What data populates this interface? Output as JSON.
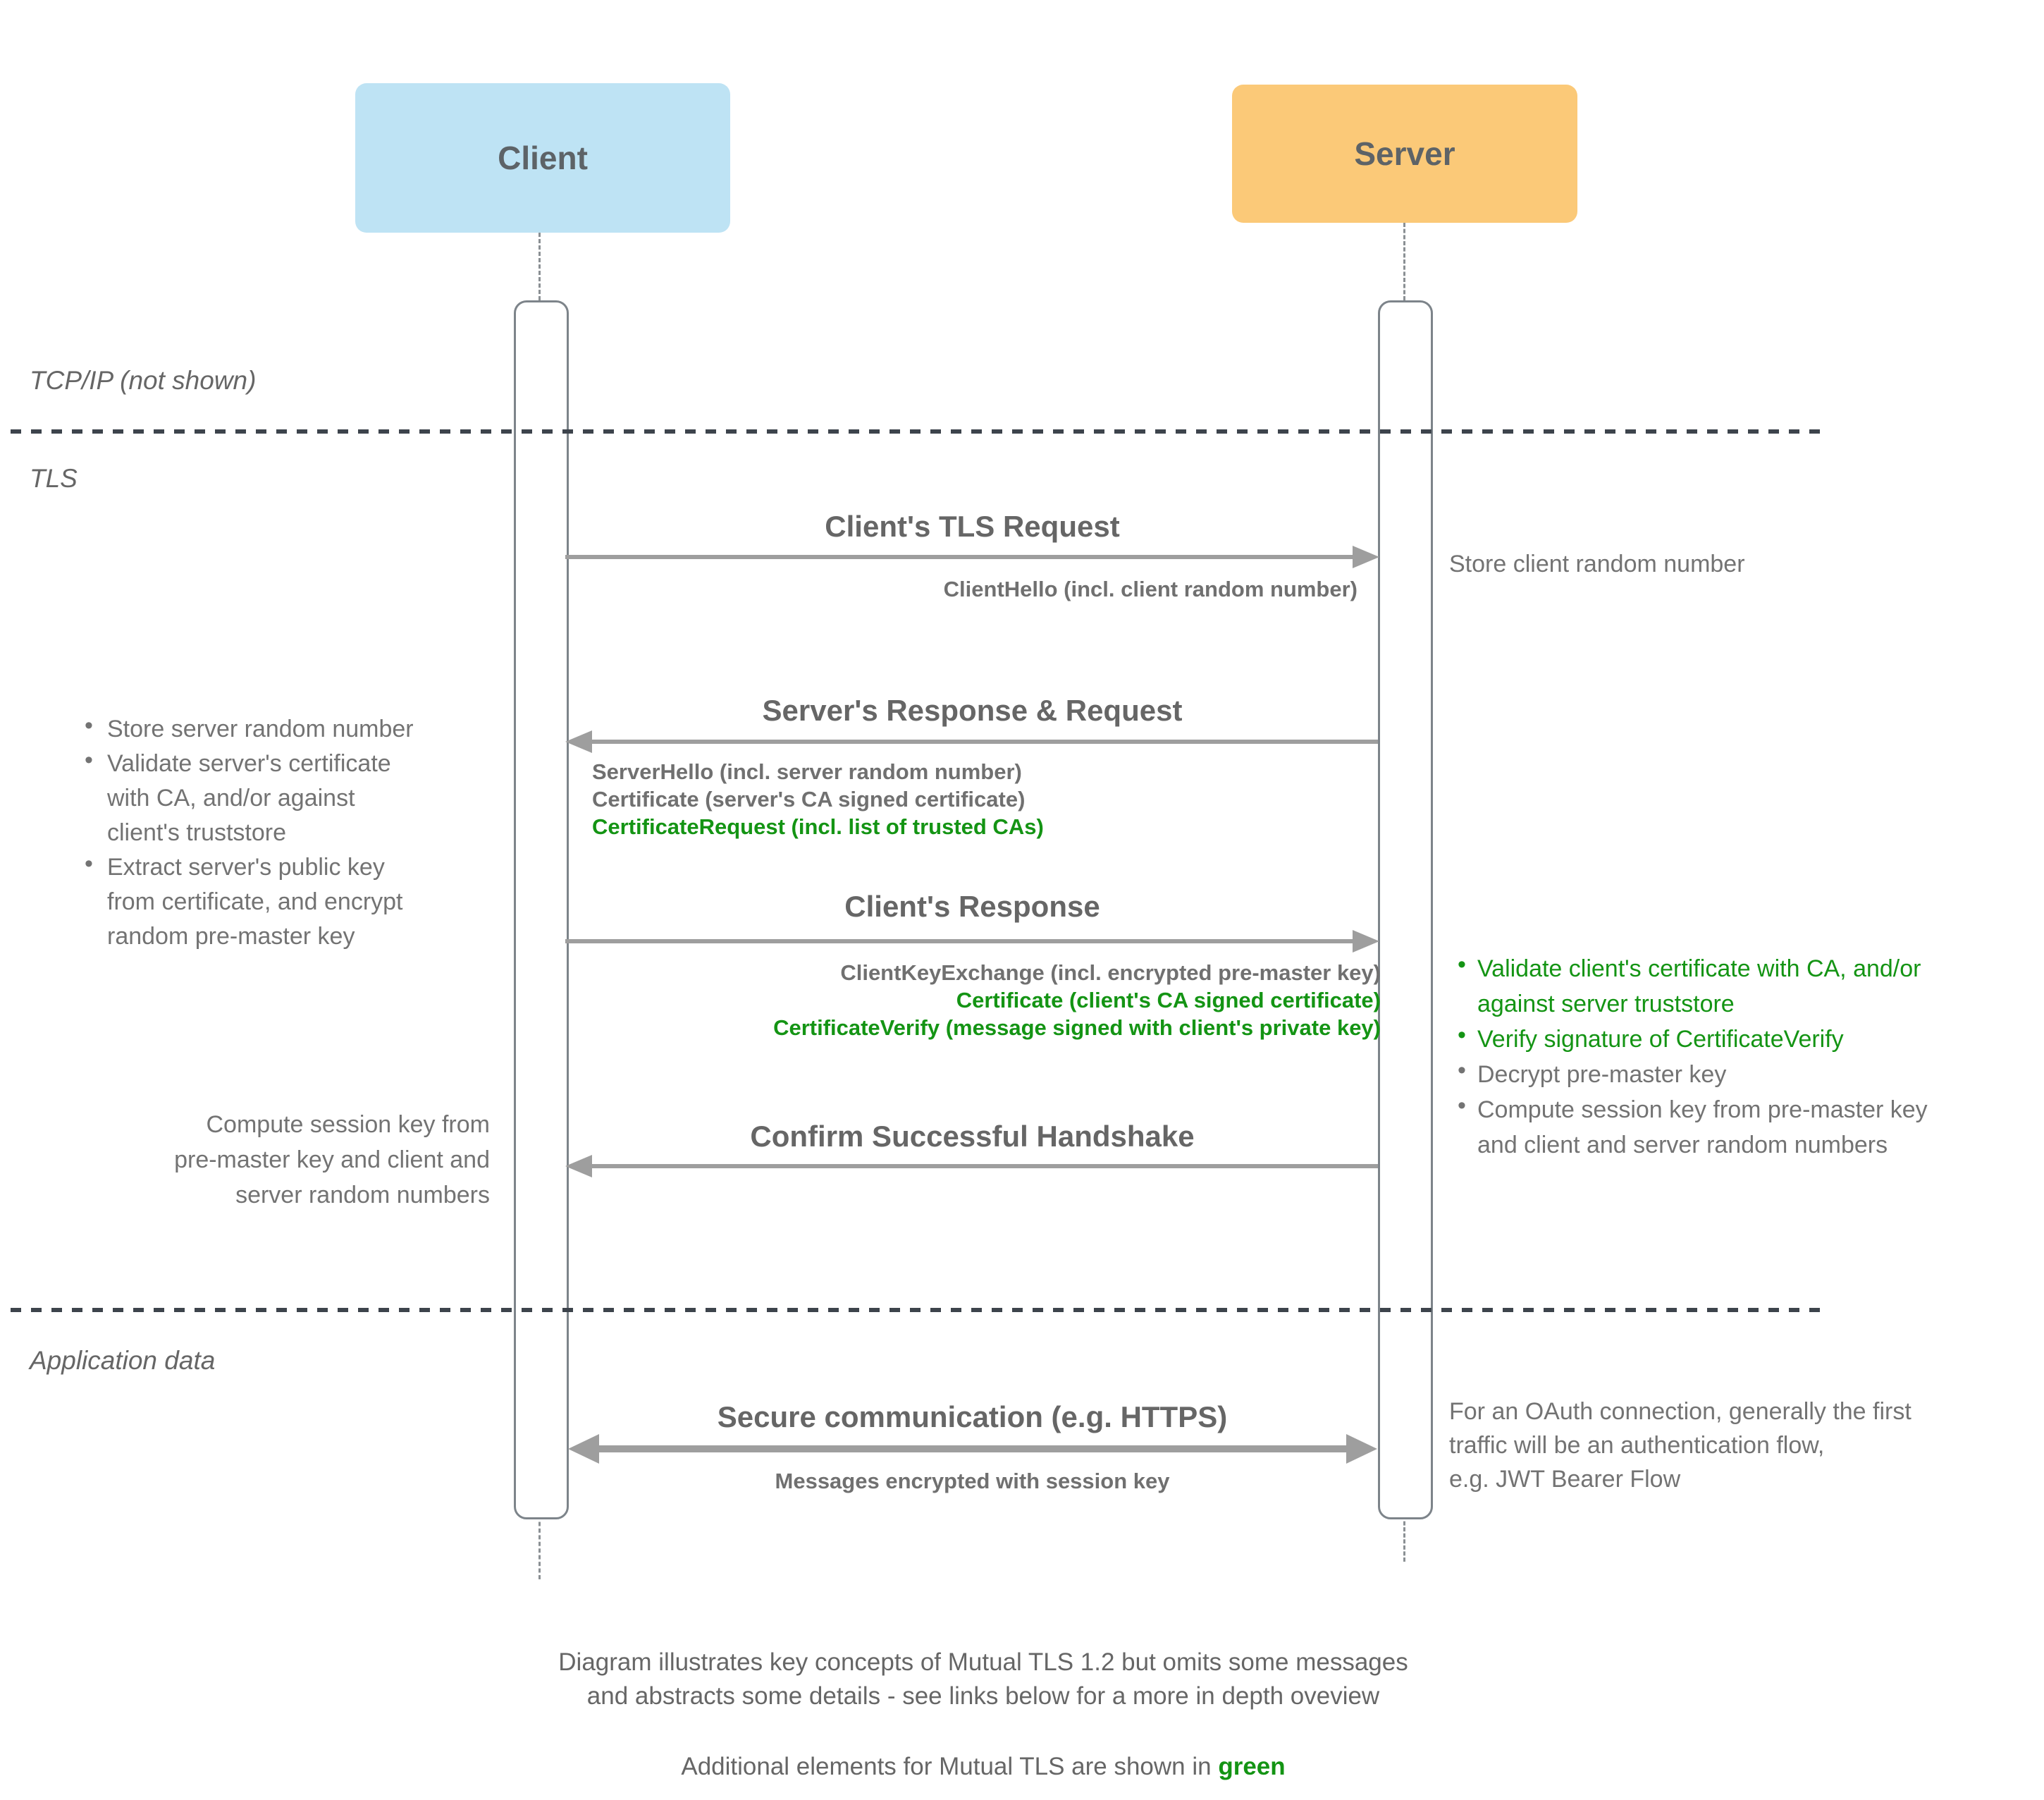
{
  "actors": {
    "client": {
      "label": "Client"
    },
    "server": {
      "label": "Server"
    }
  },
  "phases": {
    "tcpip": "TCP/IP (not shown)",
    "tls": "TLS",
    "application": "Application data"
  },
  "messages": [
    {
      "title": "Client's TLS Request",
      "direction": "client-to-server",
      "sublabels": [
        {
          "text": "ClientHello (incl. client random number)",
          "color": "gray"
        }
      ]
    },
    {
      "title": "Server's Response & Request",
      "direction": "server-to-client",
      "sublabels": [
        {
          "text": "ServerHello (incl. server random number)",
          "color": "gray"
        },
        {
          "text": "Certificate (server's CA signed certificate)",
          "color": "gray"
        },
        {
          "text": "CertificateRequest (incl. list of trusted CAs)",
          "color": "green"
        }
      ]
    },
    {
      "title": "Client's Response",
      "direction": "client-to-server",
      "sublabels": [
        {
          "text": "ClientKeyExchange (incl. encrypted pre-master key)",
          "color": "gray"
        },
        {
          "text": "Certificate (client's CA signed certificate)",
          "color": "green"
        },
        {
          "text": "CertificateVerify (message signed with client's private key)",
          "color": "green"
        }
      ]
    },
    {
      "title": "Confirm Successful Handshake",
      "direction": "server-to-client",
      "sublabels": []
    },
    {
      "title": "Secure communication (e.g. HTTPS)",
      "direction": "bidirectional",
      "sublabels": [
        {
          "text": "Messages encrypted with session key",
          "color": "gray"
        }
      ]
    }
  ],
  "client_notes": {
    "bullets": [
      {
        "color": "gray",
        "lines": [
          "Store server random number"
        ]
      },
      {
        "color": "gray",
        "lines": [
          "Validate server's certificate",
          "with CA, and/or against",
          "client's truststore"
        ]
      },
      {
        "color": "gray",
        "lines": [
          "Extract server's public key",
          "from certificate, and encrypt",
          "random pre-master key"
        ]
      }
    ],
    "compute_note": {
      "lines": [
        "Compute session key from",
        "pre-master key and client and",
        "server random numbers"
      ]
    }
  },
  "server_notes": {
    "store_note": "Store client random number",
    "bullets": [
      {
        "color": "green",
        "lines": [
          "Validate client's certificate with CA, and/or",
          "against server truststore"
        ]
      },
      {
        "color": "green",
        "lines": [
          "Verify signature of CertificateVerify"
        ]
      },
      {
        "color": "gray",
        "lines": [
          "Decrypt pre-master key"
        ]
      },
      {
        "color": "gray",
        "lines": [
          "Compute session key from pre-master key",
          "and client and server random numbers"
        ]
      }
    ],
    "oauth_note": {
      "lines": [
        "For an OAuth connection, generally the first",
        "traffic will be an authentication flow,",
        "e.g. JWT Bearer Flow"
      ]
    }
  },
  "footer": {
    "caption_lines": [
      "Diagram illustrates key concepts of Mutual TLS 1.2 but omits some messages",
      "and abstracts some details - see links below for a more in depth oveview"
    ],
    "legend_prefix": "Additional elements for Mutual TLS are shown in ",
    "legend_word": "green"
  },
  "bullet_glyph": "•",
  "colors": {
    "client_box": "#bee3f4",
    "server_box": "#fbc978",
    "green_text": "#149414",
    "heading_text": "#666666",
    "note_text": "#737373",
    "arrow": "#9e9e9e",
    "separator": "#3d444c"
  }
}
